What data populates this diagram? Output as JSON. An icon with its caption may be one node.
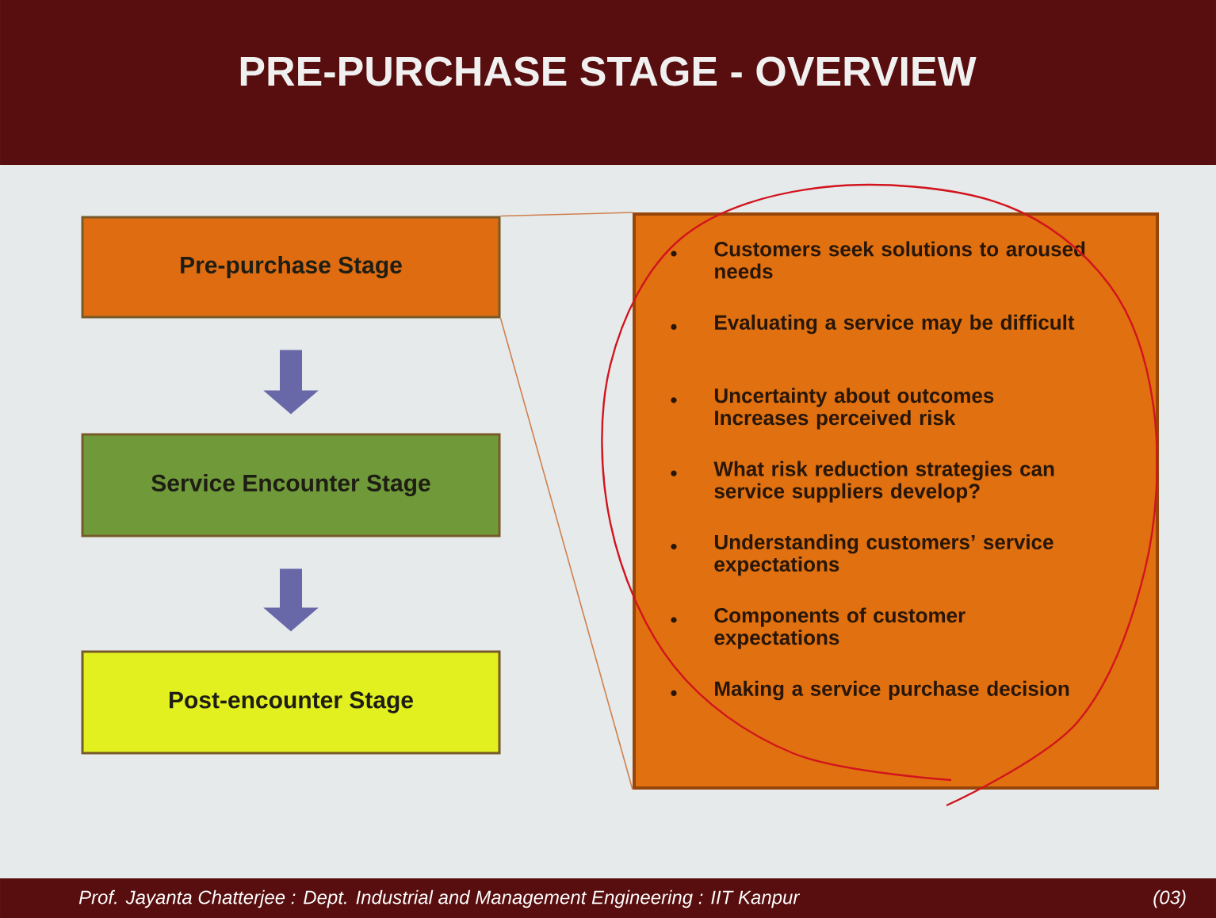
{
  "diagram": {
    "title": "PRE-PURCHASE STAGE - OVERVIEW",
    "nodes": [
      {
        "text": [
          "Pre-purchase Stage"
        ]
      },
      {
        "text": [
          "Service Encounter Stage"
        ]
      },
      {
        "text": [
          "Post-encounter Stage"
        ]
      },
      {
        "text": [
          "Customers seek solutions to aroused needs",
          "Evaluating a service may be difficult",
          "Uncertainty about outcomes Increases perceived risk",
          "What risk reduction strategies can service suppliers develop?",
          "Understanding customers’ service expectations",
          "Components of customer expectations",
          "Making a service purchase decision"
        ]
      }
    ],
    "edges": [
      {
        "from": 0,
        "to": 1,
        "arrow": "to"
      },
      {
        "from": 1,
        "to": 2,
        "arrow": "to"
      },
      {
        "from": 0,
        "to": 3,
        "arrow": "none",
        "color": "#d08050"
      }
    ],
    "labels": [
      "Prof. Jayanta Chatterjee : Dept. Industrial and Management Engineering : IIT Kanpur",
      "(03)"
    ]
  }
}
